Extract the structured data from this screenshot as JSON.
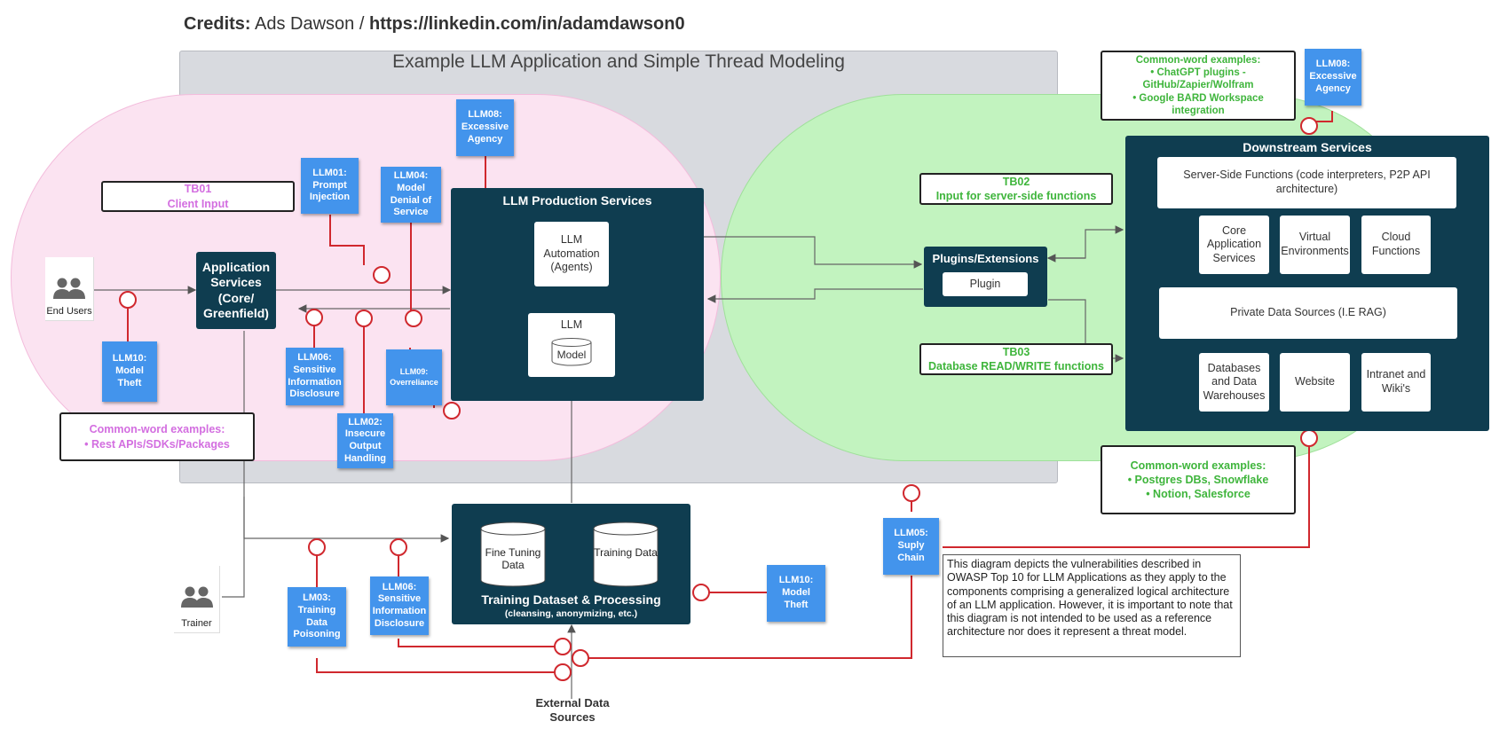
{
  "credits": {
    "label": "Credits:",
    "author": "Ads Dawson /",
    "link": "https://linkedin.com/in/adamdawson0"
  },
  "diagram_title": "Example LLM Application and Simple Thread Modeling",
  "tb01": {
    "id": "TB01",
    "text": "Client Input"
  },
  "tb02": {
    "id": "TB02",
    "text": "Input for server-side functions"
  },
  "tb03": {
    "id": "TB03",
    "text": "Database READ/WRITE functions"
  },
  "actors": {
    "end_users": "End Users",
    "trainer": "Trainer"
  },
  "app_services": "Application Services (Core/ Greenfield)",
  "llm_prod": {
    "title": "LLM Production Services",
    "automation": "LLM Automation (Agents)",
    "llm": "LLM",
    "model": "Model"
  },
  "plugins": {
    "title": "Plugins/Extensions",
    "plugin": "Plugin"
  },
  "downstream": {
    "title": "Downstream Services",
    "server_side": "Server-Side Functions (code interpreters, P2P API architecture)",
    "core": "Core Application Services",
    "virtual": "Virtual Environments",
    "cloud": "Cloud Functions",
    "private": "Private Data Sources (I.E RAG)",
    "databases": "Databases and Data Warehouses",
    "website": "Website",
    "intranet": "Intranet and Wiki's"
  },
  "training": {
    "title": "Training Dataset & Processing",
    "subtitle": "(cleansing, anonymizing, etc.)",
    "fine": "Fine Tuning Data",
    "train": "Training Data"
  },
  "external": "External Data Sources",
  "stickies": {
    "llm08a": "LLM08:\nExcessive\nAgency",
    "llm01": "LLM01:\nPrompt\nInjection",
    "llm04": "LLM04:\nModel\nDenial of\nService",
    "llm10a": "LLM10:\nModel\nTheft",
    "llm06a": "LLM06:\nSensitive\nInformation\nDisclosure",
    "llm09": "LLM09:\nOverreliance",
    "llm02": "LLM02:\nInsecure\nOutput\nHandling",
    "llm08b": "LLM08:\nExcessive\nAgency",
    "lm03": "LM03:\nTraining\nData\nPoisoning",
    "llm06b": "LLM06:\nSensitive\nInformation\nDisclosure",
    "llm10b": "LLM10:\nModel\nTheft",
    "llm05": "LLM05:\nSuply\nChain"
  },
  "examples": {
    "client": {
      "title": "Common-word examples:",
      "items": [
        "• Rest APIs/SDKs/Packages"
      ]
    },
    "plugins": {
      "title": "Common-word examples:",
      "items": [
        "• ChatGPT plugins -",
        "GitHub/Zapier/Wolfram",
        "• Google BARD Workspace",
        "integration"
      ]
    },
    "databases": {
      "title": "Common-word examples:",
      "items": [
        "• Postgres DBs, Snowflake",
        "• Notion, Salesforce"
      ]
    }
  },
  "description": "This diagram depicts the vulnerabilities described in OWASP Top 10 for LLM Applications as they apply to the components comprising a generalized logical architecture of an LLM application.  However, it is important to note that this diagram is not intended to be used as a reference architecture nor does it represent a threat model.",
  "colors": {
    "dark": "#0f3d50",
    "sticky": "#4394ec",
    "threat_line": "#d0282e",
    "pink": "#fbe3f1",
    "green": "#c2f3bf",
    "grey": "#d8dadf"
  }
}
